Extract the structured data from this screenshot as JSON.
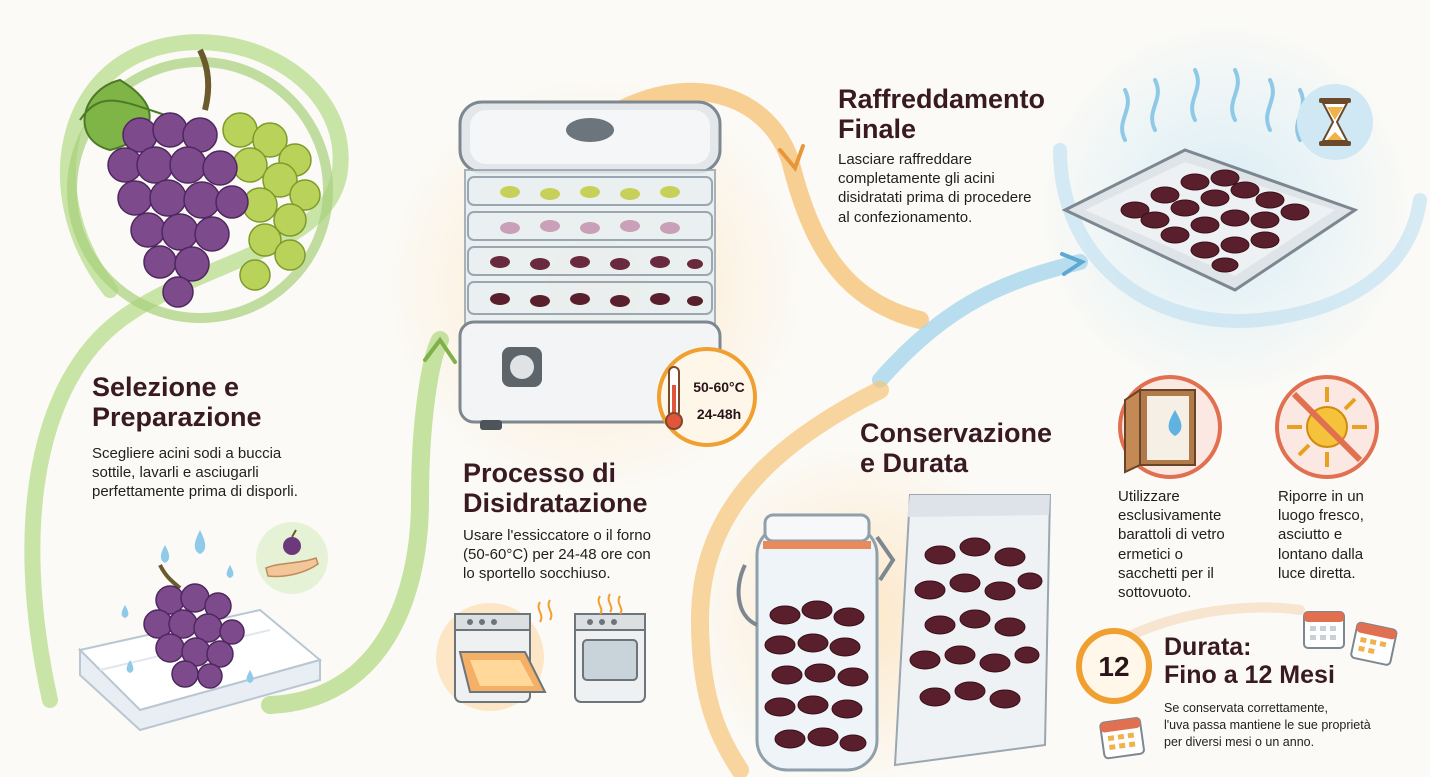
{
  "steps": {
    "selection": {
      "title": [
        "Selezione e",
        "Preparazione"
      ],
      "desc": [
        "Scegliere acini sodi a buccia",
        "sottile, lavarli e asciugarli",
        "perfettamente prima di disporli."
      ]
    },
    "dehydration": {
      "title": [
        "Processo di",
        "Disidratazione"
      ],
      "desc": [
        "Usare l'essiccatore o il forno",
        "(50-60°C) per 24-48 ore con",
        "lo sportello socchiuso."
      ],
      "temp_label": "50-60°C",
      "time_label": "24-48h"
    },
    "cooling": {
      "title": [
        "Raffreddamento",
        "Finale"
      ],
      "desc": [
        "Lasciare raffreddare",
        "completamente gli acini",
        "disidratati prima di procedere",
        "al confezionamento."
      ]
    },
    "storage": {
      "title": [
        "Conservazione",
        "e Durata"
      ],
      "container_tip": [
        "Utilizzare",
        "esclusivamente",
        "barattoli di vetro",
        "ermetici o",
        "sacchetti per il",
        "sottovuoto."
      ],
      "place_tip": [
        "Riporre in un",
        "luogo fresco,",
        "asciutto e",
        "lontano dalla",
        "luce diretta."
      ]
    },
    "duration": {
      "badge": "12",
      "title": [
        "Durata:",
        "Fino a 12 Mesi"
      ],
      "desc": [
        "Se conservata correttamente,",
        "l'uva passa mantiene le sue proprietà",
        "per diversi mesi o un anno."
      ]
    }
  },
  "icons": [
    "grapes-icon",
    "water-drop-icon",
    "hand-grape-icon",
    "towel-icon",
    "dehydrator-icon",
    "thermometer-icon",
    "oven-icon",
    "tray-icon",
    "hourglass-icon",
    "jar-icon",
    "vacuum-bag-icon",
    "cupboard-icon",
    "no-sun-icon",
    "calendar-icon"
  ],
  "colors": {
    "title": "#3a1a22",
    "green_path": "#9cc86a",
    "orange_path": "#f3b45c",
    "blue_path": "#8ec9e8",
    "raisin": "#5a1f2c",
    "grape_purple": "#7d4a8c",
    "grape_green": "#b7cf58",
    "badge_ring": "#f0a030"
  }
}
